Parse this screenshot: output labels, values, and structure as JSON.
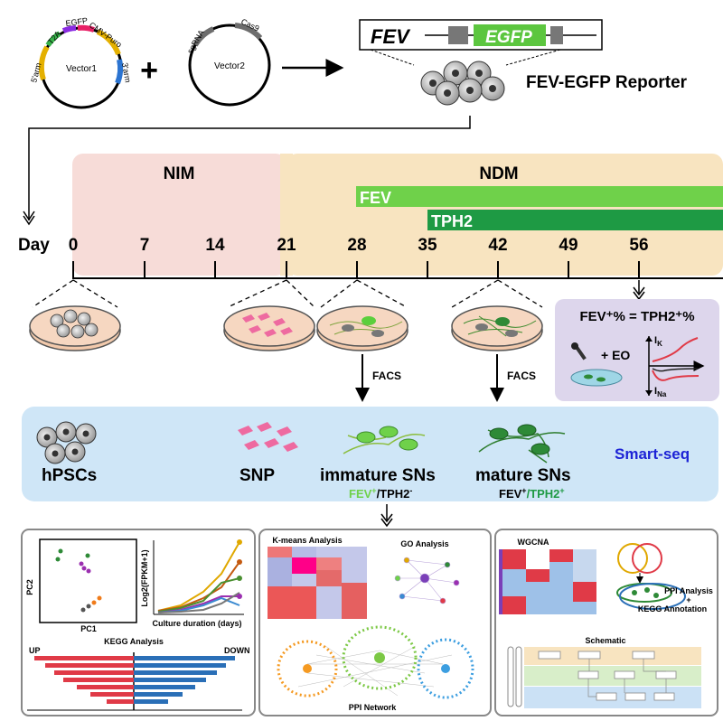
{
  "vectors": {
    "vector1": {
      "name": "Vector1",
      "segments": [
        "5'arm",
        "T2A",
        "EGFP",
        "CMV-Puro",
        "3'arm"
      ]
    },
    "plus": "+",
    "vector2": {
      "name": "Vector2",
      "segments": [
        "sgRNA",
        "Cas9"
      ]
    },
    "reporter": {
      "gene": "FEV",
      "tag": "EGFP",
      "title": "FEV-EGFP Reporter"
    }
  },
  "timeline": {
    "phase_1": "NIM",
    "phase_2": "NDM",
    "day_label": "Day",
    "days": [
      "0",
      "7",
      "14",
      "21",
      "28",
      "35",
      "42",
      "49",
      "56"
    ],
    "markers": [
      "FEV",
      "TPH2"
    ]
  },
  "assay": {
    "equation": "FEV⁺% = TPH2⁺%",
    "treatment": "+ EO",
    "currents": [
      "I",
      "K",
      "I",
      "Na"
    ]
  },
  "facs": [
    "FACS",
    "FACS"
  ],
  "populations": {
    "hpsc": "hPSCs",
    "snp": "SNP",
    "immature": "immature SNs",
    "immature_markers": [
      "FEV",
      "+",
      "/TPH2",
      "-"
    ],
    "mature": "mature SNs",
    "mature_markers": [
      "FEV",
      "+",
      "/TPH2",
      "+"
    ],
    "method": "Smart-seq"
  },
  "panel_1": {
    "pca": {
      "xlabel": "PC1",
      "ylabel": "PC2"
    },
    "line": {
      "xlabel": "Culture duration (days)",
      "ylabel": "Log2(FPKM+1)"
    },
    "kegg": {
      "title": "KEGG Analysis",
      "left": "UP",
      "right": "DOWN"
    }
  },
  "panel_2": {
    "kmeans": "K-means Analysis",
    "go": "GO Analysis",
    "ppi": "PPI Network"
  },
  "panel_3": {
    "wgcna": "WGCNA",
    "ppi_line_1": "PPI Analysis",
    "ppi_plus": "+",
    "ppi_line_2": "KEGG Annotation",
    "schematic": "Schematic"
  },
  "colors": {
    "nim": "#f7dcd8",
    "ndm": "#f8e4c0",
    "fev": "#6fd14a",
    "tph2": "#1e9a44",
    "population_panel": "#cfe6f7",
    "assay_panel": "#ddd6ec",
    "smart_seq": "#1d23d6",
    "up": "#e03a47",
    "down": "#2a6fb7"
  }
}
